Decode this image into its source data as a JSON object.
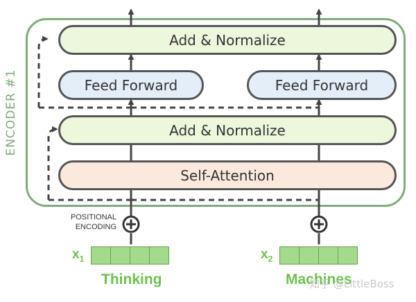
{
  "encoder": {
    "label": "ENCODER #1",
    "add_normalize_top": "Add & Normalize",
    "feed_forward_left": "Feed Forward",
    "feed_forward_right": "Feed Forward",
    "add_normalize_bottom": "Add & Normalize",
    "self_attention": "Self-Attention"
  },
  "positional_encoding_label": "POSITIONAL\nENCODING",
  "inputs": [
    {
      "symbol": "x",
      "subscript": "1",
      "word": "Thinking"
    },
    {
      "symbol": "x",
      "subscript": "2",
      "word": "Machines"
    }
  ],
  "watermark": "知乎 @LittleBoss",
  "colors": {
    "encoder_border": "#7fab7a",
    "add_normalize_fill": "#edf7dc",
    "feed_forward_fill": "#e4eef9",
    "self_attention_fill": "#fbe9dd",
    "embedding_fill": "#a5d98b",
    "input_text": "#6dc24e"
  }
}
